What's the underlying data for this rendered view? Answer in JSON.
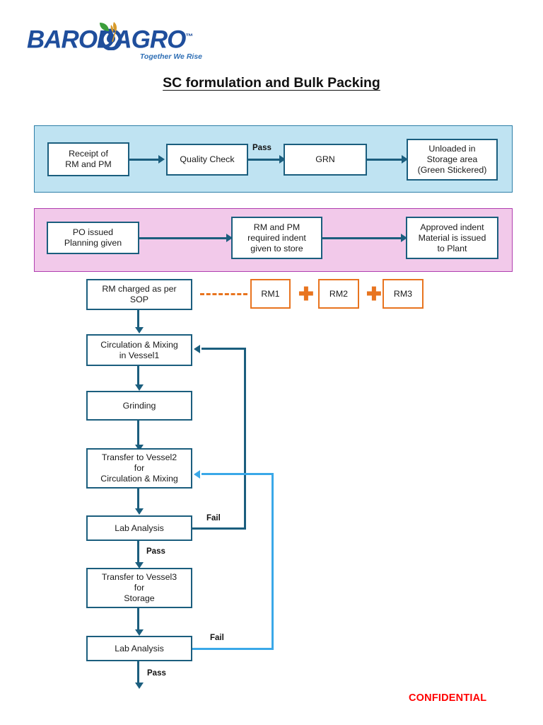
{
  "document": {
    "title": "SC formulation and Bulk Packing",
    "confidential_label": "CONFIDENTIAL"
  },
  "logo": {
    "wordmark": "BARODAGRO",
    "trademark": "™",
    "tagline": "Together We Rise",
    "mark_name": "wheat-leaf-droplet-mark",
    "brand_color": "#1f4e9c",
    "leaf_color": "#3b9e3b",
    "wheat_color": "#d79a2b"
  },
  "colors": {
    "band_receipt_fill": "#bfe3f2",
    "band_receipt_border": "#2e7fa8",
    "band_indent_fill": "#f2c9ea",
    "band_indent_border": "#b03fb0",
    "box_border": "#1b5e7e",
    "rm_border": "#e8741f",
    "connector_dark": "#1b5e7e",
    "connector_light": "#3aa8e8",
    "confidential": "#ff0000"
  },
  "chart_data": {
    "type": "diagram",
    "diagram_kind": "process-flowchart",
    "title": "SC formulation and Bulk Packing",
    "bands": [
      {
        "id": "receipt",
        "label": "Receipt / inward band",
        "fill": "#bfe3f2"
      },
      {
        "id": "indent",
        "label": "Planning / indent band",
        "fill": "#f2c9ea"
      }
    ],
    "nodes": [
      {
        "id": "n1",
        "text": "Receipt of\nRM and PM",
        "band": "receipt"
      },
      {
        "id": "n2",
        "text": "Quality Check",
        "band": "receipt"
      },
      {
        "id": "n3",
        "text": "GRN",
        "band": "receipt"
      },
      {
        "id": "n4",
        "text": "Unloaded in\nStorage area\n(Green Stickered)",
        "band": "receipt"
      },
      {
        "id": "n5",
        "text": "PO issued\nPlanning given",
        "band": "indent"
      },
      {
        "id": "n6",
        "text": "RM and PM\nrequired indent\ngiven to store",
        "band": "indent"
      },
      {
        "id": "n7",
        "text": "Approved indent\nMaterial is issued\nto Plant",
        "band": "indent"
      },
      {
        "id": "n8",
        "text": "RM charged as per\nSOP",
        "band": "main"
      },
      {
        "id": "rm1",
        "text": "RM1",
        "band": "materials"
      },
      {
        "id": "rm2",
        "text": "RM2",
        "band": "materials"
      },
      {
        "id": "rm3",
        "text": "RM3",
        "band": "materials"
      },
      {
        "id": "n9",
        "text": "Circulation & Mixing\nin Vessel1",
        "band": "main"
      },
      {
        "id": "n10",
        "text": "Grinding",
        "band": "main"
      },
      {
        "id": "n11",
        "text": "Transfer to Vessel2\nfor\nCirculation & Mixing",
        "band": "main"
      },
      {
        "id": "n12",
        "text": "Lab Analysis",
        "band": "main"
      },
      {
        "id": "n13",
        "text": "Transfer to Vessel3\nfor\nStorage",
        "band": "main"
      },
      {
        "id": "n14",
        "text": "Lab Analysis",
        "band": "main"
      }
    ],
    "edges": [
      {
        "from": "n1",
        "to": "n2",
        "label": ""
      },
      {
        "from": "n2",
        "to": "n3",
        "label": "Pass"
      },
      {
        "from": "n3",
        "to": "n4",
        "label": ""
      },
      {
        "from": "n5",
        "to": "n6",
        "label": ""
      },
      {
        "from": "n6",
        "to": "n7",
        "label": ""
      },
      {
        "from": "n8",
        "to": "rm1",
        "label": "",
        "style": "dashed"
      },
      {
        "from": "n8",
        "to": "n9",
        "label": ""
      },
      {
        "from": "n9",
        "to": "n10",
        "label": ""
      },
      {
        "from": "n10",
        "to": "n11",
        "label": ""
      },
      {
        "from": "n11",
        "to": "n12",
        "label": ""
      },
      {
        "from": "n12",
        "to": "n9",
        "label": "Fail",
        "style": "feedback-dark"
      },
      {
        "from": "n12",
        "to": "n13",
        "label": "Pass"
      },
      {
        "from": "n13",
        "to": "n14",
        "label": ""
      },
      {
        "from": "n14",
        "to": "n11",
        "label": "Fail",
        "style": "feedback-light"
      },
      {
        "from": "n14",
        "to": "exit",
        "label": "Pass"
      }
    ]
  },
  "boxes": {
    "receipt_rm_pm": "Receipt of\nRM and PM",
    "quality_check": "Quality Check",
    "grn": "GRN",
    "unloaded_storage": "Unloaded in\nStorage area\n(Green Stickered)",
    "po_issued": "PO issued\nPlanning given",
    "rm_pm_indent": "RM and PM\nrequired indent\ngiven to store",
    "approved_indent": "Approved indent\nMaterial is issued\nto Plant",
    "rm_charged": "RM charged as per\nSOP",
    "rm1": "RM1",
    "rm2": "RM2",
    "rm3": "RM3",
    "plus1": "✚",
    "plus2": "✚",
    "circulation_v1": "Circulation & Mixing\nin Vessel1",
    "grinding": "Grinding",
    "transfer_v2": "Transfer to Vessel2\nfor\nCirculation & Mixing",
    "lab_analysis_1": "Lab Analysis",
    "transfer_v3": "Transfer to Vessel3\nfor\nStorage",
    "lab_analysis_2": "Lab Analysis"
  },
  "labels": {
    "pass_qc": "Pass",
    "fail_lab1": "Fail",
    "pass_lab1": "Pass",
    "fail_lab2": "Fail",
    "pass_lab2": "Pass"
  }
}
